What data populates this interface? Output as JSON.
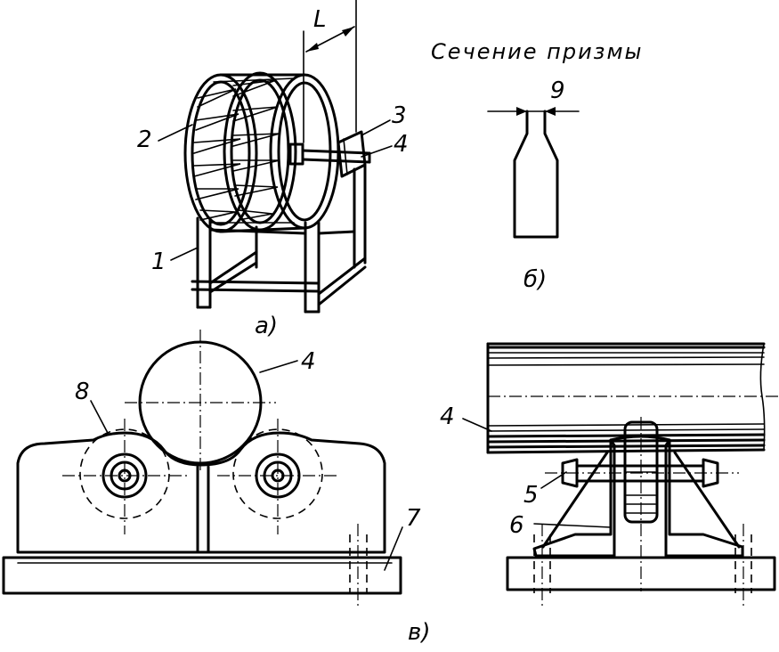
{
  "section_title": "Сечение призмы",
  "dimensions": {
    "length": "L",
    "width": "9"
  },
  "views": {
    "a": "а)",
    "b": "б)",
    "c": "в)"
  },
  "callouts": {
    "n1": "1",
    "n2": "2",
    "n3": "3",
    "n4": "4",
    "n5": "5",
    "n6": "6",
    "n7": "7",
    "n8": "8"
  }
}
